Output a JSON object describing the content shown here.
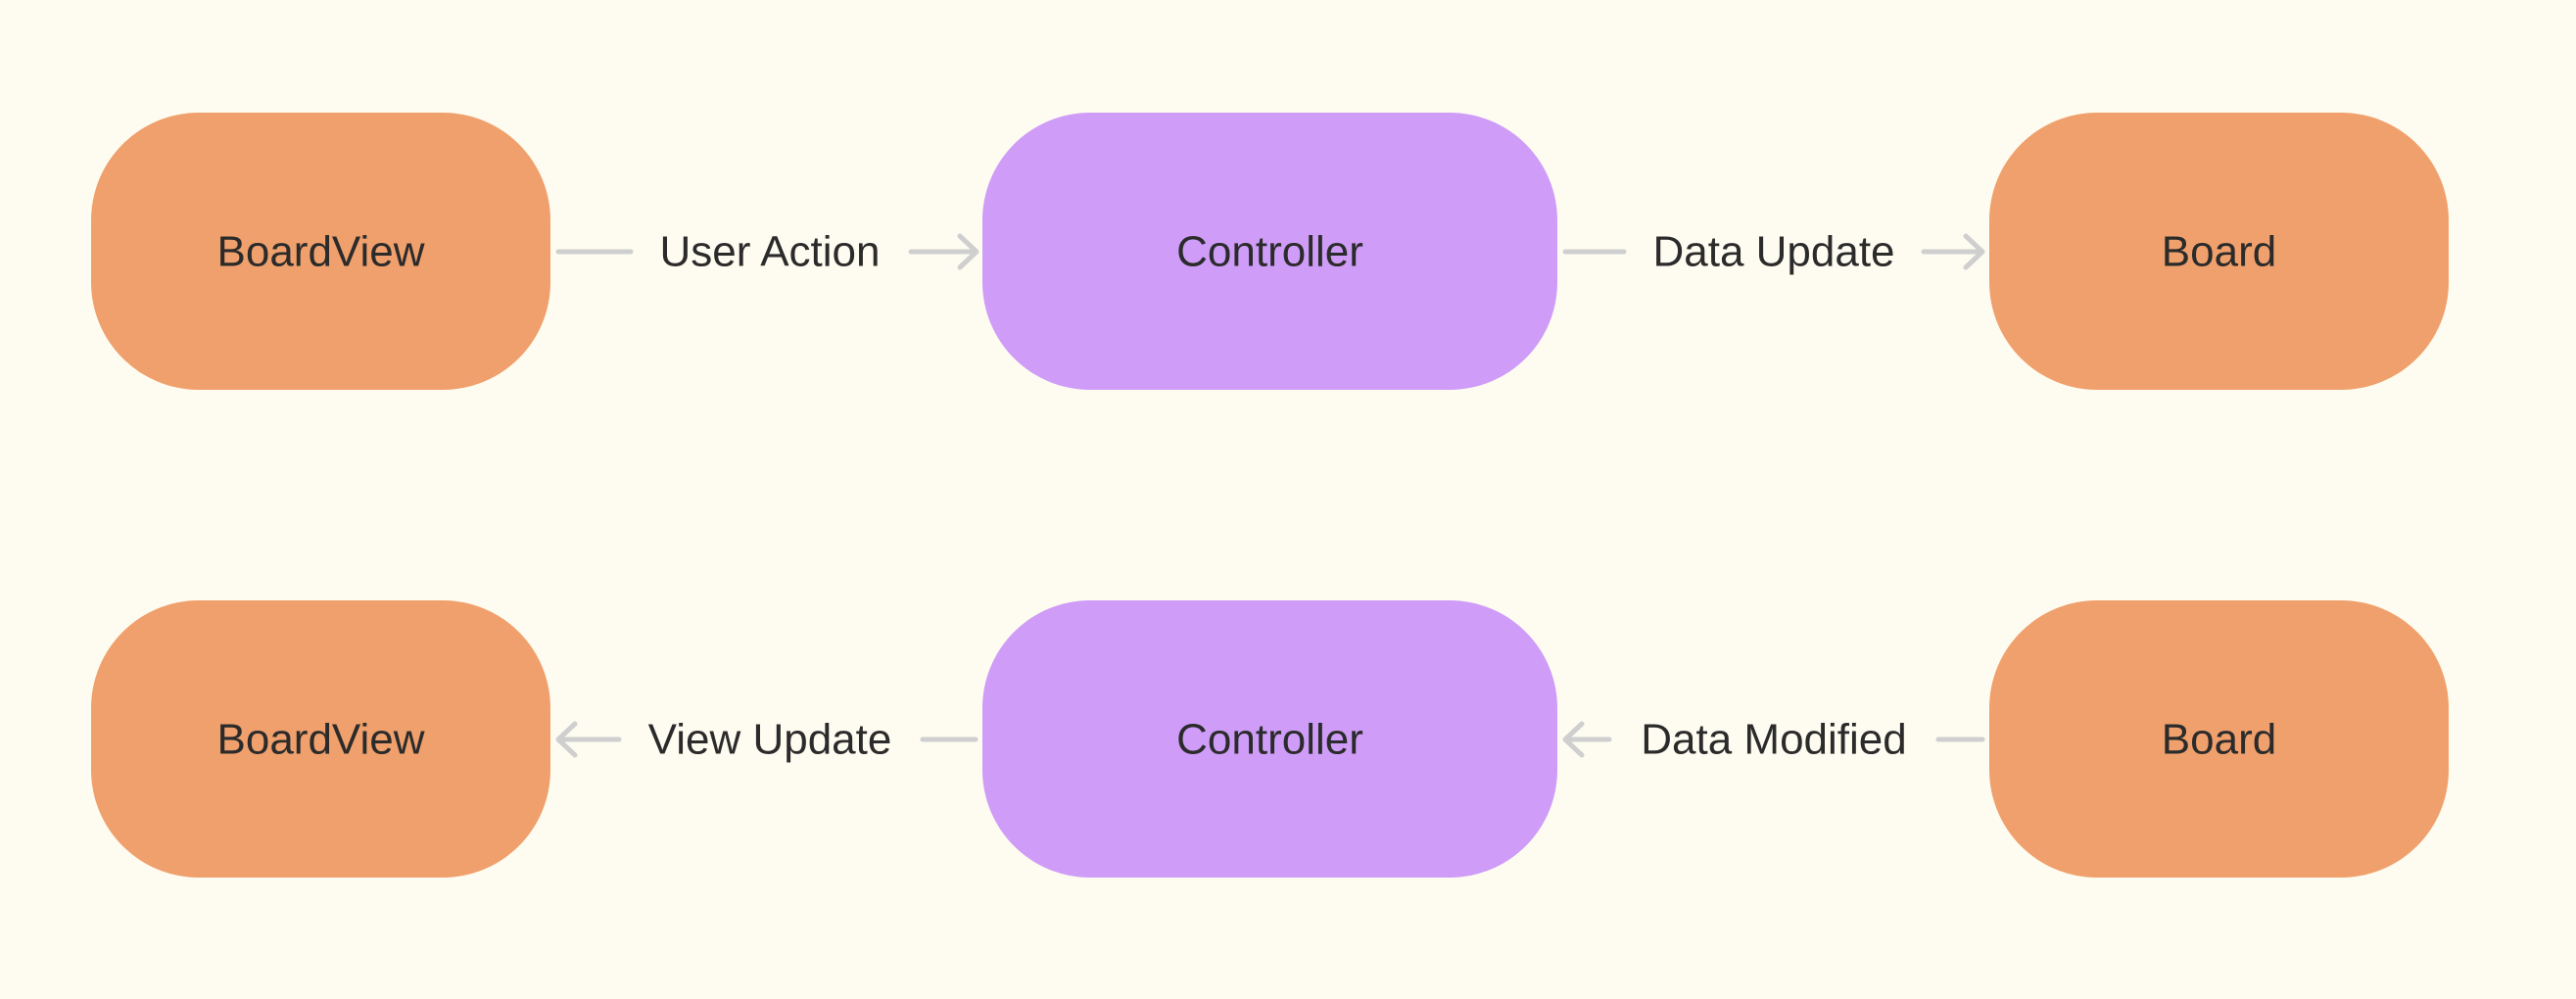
{
  "colors": {
    "background": "#fefcf0",
    "view_model_node": "#f0a06c",
    "controller_node": "#cf9cf8",
    "connector": "#cfcfcf",
    "text": "#2b2b2b"
  },
  "rows": [
    {
      "nodes": {
        "left": "BoardView",
        "middle": "Controller",
        "right": "Board"
      },
      "edges": {
        "left": "User Action",
        "right": "Data Update"
      }
    },
    {
      "nodes": {
        "left": "BoardView",
        "middle": "Controller",
        "right": "Board"
      },
      "edges": {
        "left": "View Update",
        "right": "Data Modified"
      }
    }
  ]
}
